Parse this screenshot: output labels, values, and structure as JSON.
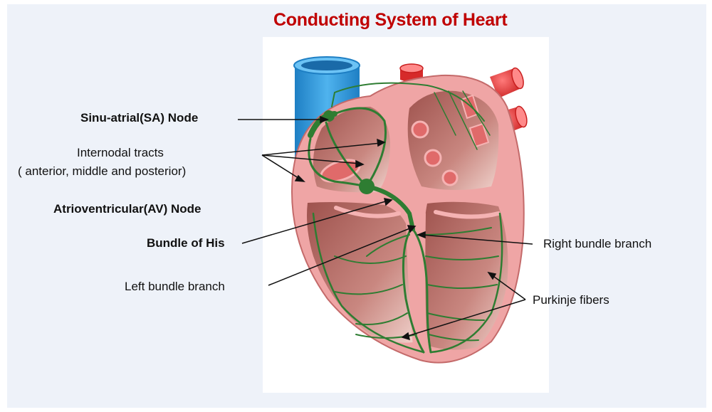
{
  "title": "Conducting System of Heart",
  "labels": {
    "sa_node": "Sinu-atrial(SA) Node",
    "internodal_1": "Internodal tracts",
    "internodal_2": "( anterior, middle and posterior)",
    "av_node": "Atrioventricular(AV) Node",
    "bundle_his": "Bundle of His",
    "left_bundle": "Left bundle branch",
    "right_bundle": "Right bundle branch",
    "purkinje": "Purkinje fibers"
  },
  "colors": {
    "title": "#c00000",
    "conduction": "#2e7d32",
    "muscle": "#e89a9a",
    "chamber": "#b0635e",
    "vena_cava": "#3aa0e0",
    "artery": "#e03a3a"
  }
}
